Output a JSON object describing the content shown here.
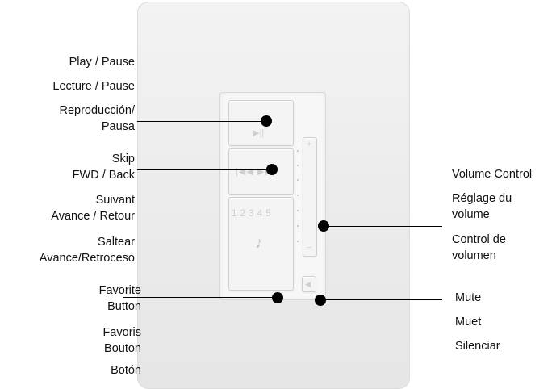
{
  "labels_left": {
    "play": [
      "Play / Pause",
      "Lecture / Pause",
      "Reproducción/",
      "Pausa"
    ],
    "skip": [
      "Skip",
      "FWD / Back",
      "Suivant",
      "Avance / Retour",
      "Saltear",
      "Avance/Retroceso"
    ],
    "favorite": [
      "Favorite",
      "Button",
      "Favoris",
      "Bouton",
      "Botón"
    ]
  },
  "labels_right": {
    "volume": [
      "Volume Control",
      "Réglage du",
      "volume",
      "Control de",
      "volumen"
    ],
    "mute": [
      "Mute",
      "Muet",
      "Silenciar"
    ]
  },
  "device": {
    "skip_glyphs": "|◀◀   ▶▶|",
    "play_glyph": "▶||",
    "preset_numbers": "1 2 3 4 5",
    "note_glyph": "♪",
    "vol_plus": "+",
    "vol_minus": "−",
    "mute_glyph": "◀"
  },
  "colors": {
    "plate": "#ececec",
    "line": "#000000"
  }
}
